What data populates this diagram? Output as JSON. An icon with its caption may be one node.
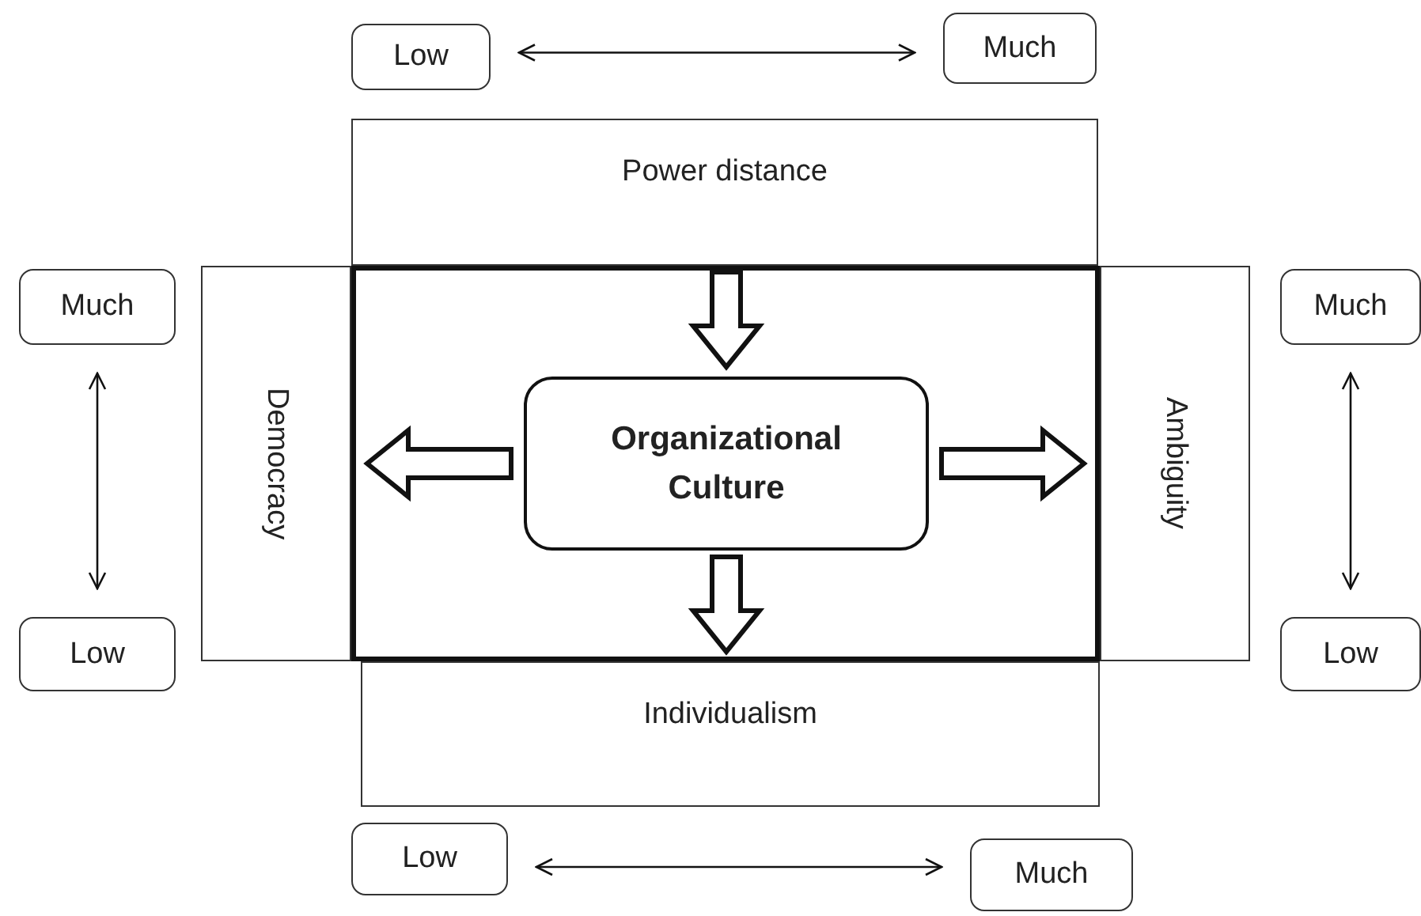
{
  "diagram": {
    "nodes": [
      {
        "text": [
          "Low"
        ]
      },
      {
        "text": [
          "Much"
        ]
      },
      {
        "text": [
          "Power distance"
        ]
      },
      {
        "text": [
          "Much"
        ]
      },
      {
        "text": [
          "Democracy"
        ]
      },
      {
        "text": [],
        "shape": "box"
      },
      {
        "text": [
          "Organizational Culture"
        ],
        "in": 5
      },
      {
        "text": [
          "Ambiguity"
        ]
      },
      {
        "text": [
          "Much"
        ]
      },
      {
        "text": [
          "Low"
        ]
      },
      {
        "text": [
          "Low"
        ]
      },
      {
        "text": [
          "Individualism"
        ]
      },
      {
        "text": [
          "Low"
        ]
      },
      {
        "text": [
          "Much"
        ]
      }
    ],
    "edges": [
      {
        "from": 0,
        "to": 1,
        "arrow": "both"
      },
      {
        "from": 3,
        "to": 9,
        "arrow": "both"
      },
      {
        "from": 8,
        "to": 10,
        "arrow": "both"
      },
      {
        "from": 12,
        "to": 13,
        "arrow": "both"
      },
      {
        "from": 2,
        "to": 6,
        "arrow": "to",
        "style": "thick"
      },
      {
        "from": 6,
        "to": 4,
        "arrow": "to",
        "style": "thick"
      },
      {
        "from": 6,
        "to": 7,
        "arrow": "to",
        "style": "thick"
      },
      {
        "from": 6,
        "to": 11,
        "arrow": "to",
        "style": "thick"
      }
    ]
  }
}
